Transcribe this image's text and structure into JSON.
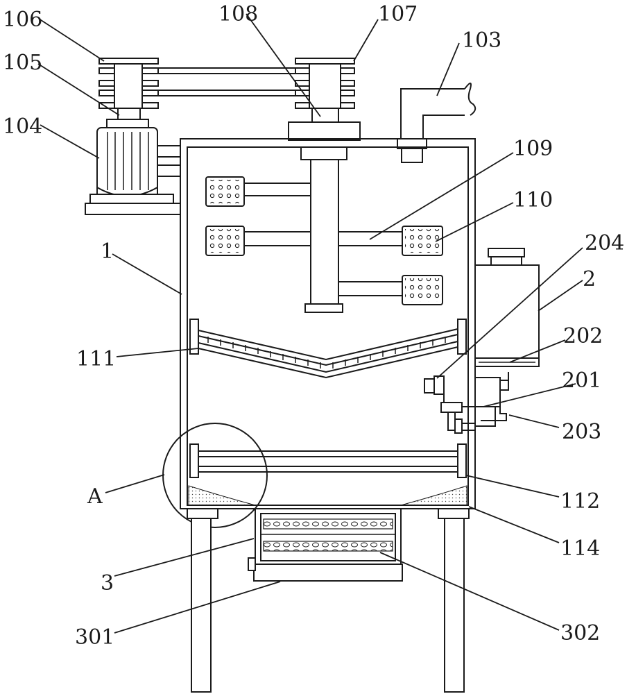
{
  "labels": {
    "l106": "106",
    "l108": "108",
    "l107": "107",
    "l103": "103",
    "l105": "105",
    "l104": "104",
    "l109": "109",
    "l110": "110",
    "l204": "204",
    "l1": "1",
    "l2": "2",
    "l202": "202",
    "l111": "111",
    "l201": "201",
    "l203": "203",
    "lA": "A",
    "l112": "112",
    "l114": "114",
    "l3": "3",
    "l301": "301",
    "l302": "302"
  },
  "colors": {
    "line": "#1a1a1a",
    "background": "#ffffff"
  }
}
